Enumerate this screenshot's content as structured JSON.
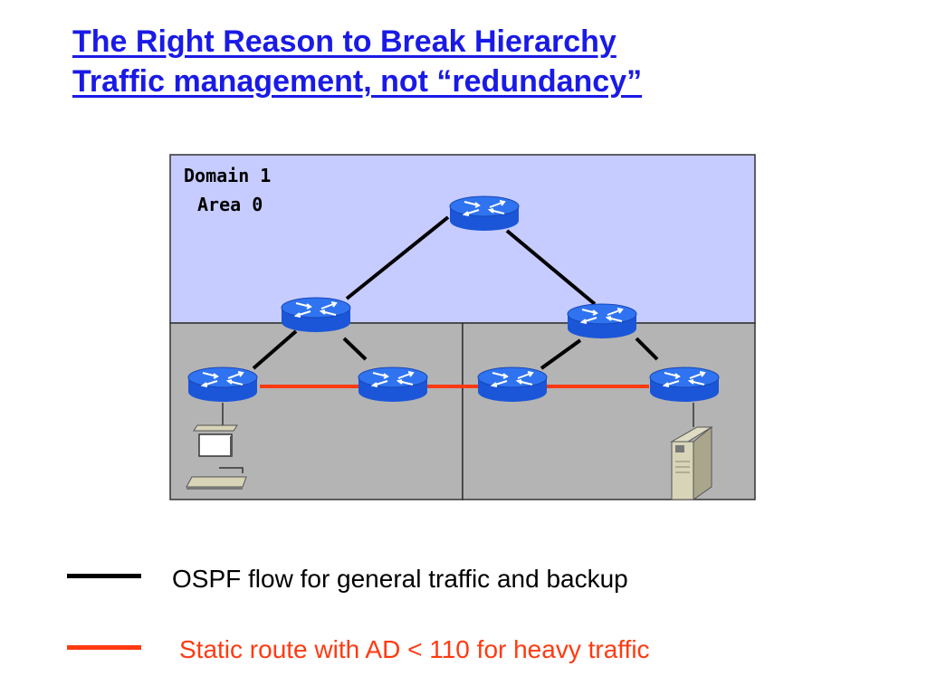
{
  "title": {
    "line1": "The Right Reason to Break Hierarchy",
    "line2": "Traffic management, not “redundancy”"
  },
  "diagram": {
    "domain_label": "Domain 1",
    "area_label": "Area 0",
    "colors": {
      "area0_fill": "#c6ccff",
      "sub_area_fill": "#b4b4b4",
      "ospf_link": "#000000",
      "static_link": "#ff3a10",
      "router_body": "#1b56d9",
      "router_top": "#2f73f0"
    },
    "icons": [
      "router-icon",
      "workstation-icon",
      "server-icon"
    ]
  },
  "legend": {
    "ospf": {
      "text": "OSPF flow for general traffic and backup",
      "color": "#000000"
    },
    "static": {
      "text": "Static route with AD < 110 for heavy traffic",
      "color": "#ff3a10"
    }
  }
}
